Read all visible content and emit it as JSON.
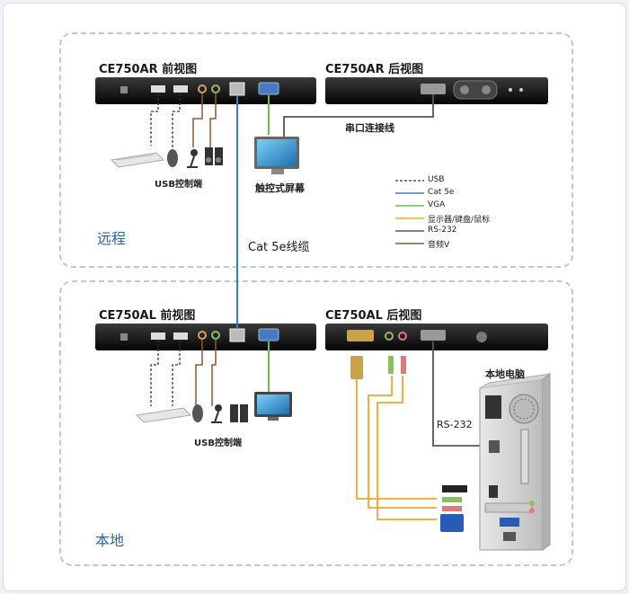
{
  "remote": {
    "zone_label": "远程",
    "front_title": "CE750AR 前视图",
    "rear_title": "CE750AR 后视图",
    "usb_console": "USB控制端",
    "touch_screen": "触控式屏幕",
    "serial_cable": "串口连接线"
  },
  "cable_label": "Cat 5e线缆",
  "local": {
    "zone_label": "本地",
    "front_title": "CE750AL 前视图",
    "rear_title": "CE750AL 后视图",
    "usb_console": "USB控制端",
    "computer": "本地电脑",
    "rs232": "RS-232"
  },
  "legend": [
    {
      "label": "USB",
      "color": "#333333",
      "style": "dashed"
    },
    {
      "label": "Cat 5e",
      "color": "#3a7fc4",
      "style": "solid"
    },
    {
      "label": "VGA",
      "color": "#6cc04a",
      "style": "solid"
    },
    {
      "label": "显示器/键盘/鼠标",
      "color": "#f0a830",
      "style": "solid"
    },
    {
      "label": "RS-232",
      "color": "#555555",
      "style": "solid"
    },
    {
      "label": "音频V",
      "color": "#8a5a2b",
      "style": "solid"
    }
  ],
  "colors": {
    "usb": "#333333",
    "cat5e": "#3a7fc4",
    "vga": "#6cc04a",
    "kvm": "#f0a830",
    "rs232": "#555555",
    "audio": "#8a5a2b",
    "zone_border": "#b9c9d6",
    "zone_label": "#2a6aa8"
  }
}
